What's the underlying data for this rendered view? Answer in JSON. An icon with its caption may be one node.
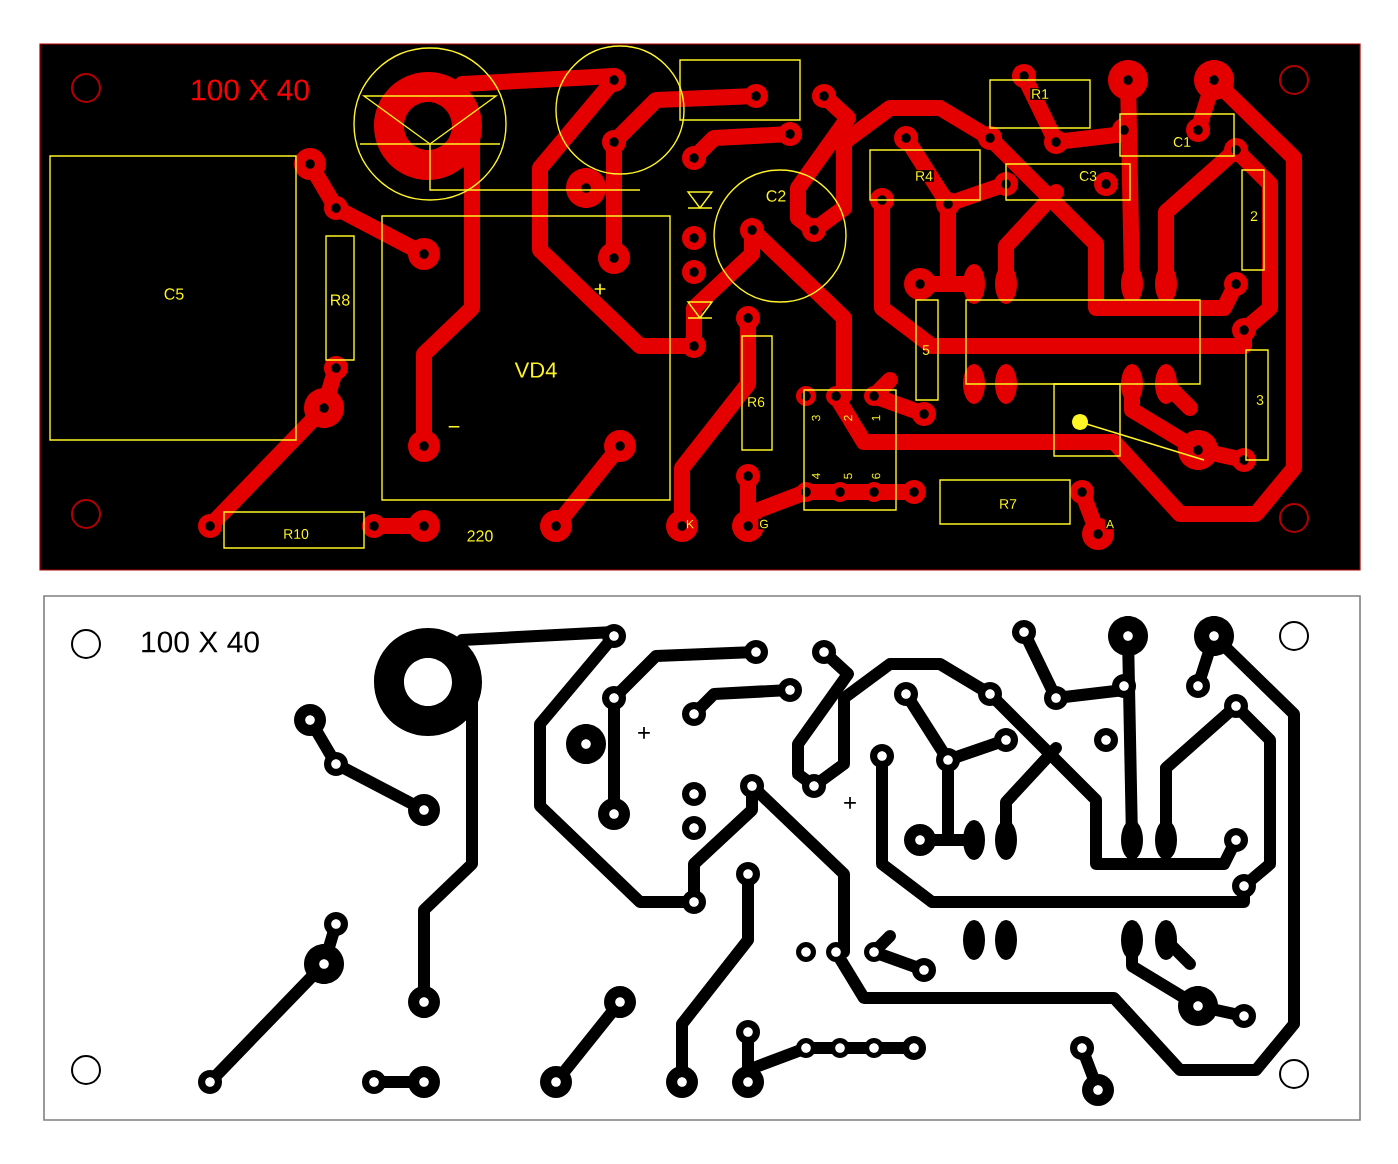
{
  "diagram": {
    "labels": [
      "100 X 40",
      "R1",
      "C1",
      "C2",
      "R4",
      "C3",
      "2",
      "C5",
      "R8",
      "+",
      "VD4",
      "5",
      "−",
      "R6",
      "3",
      "2",
      "1",
      "3",
      "4",
      "5",
      "6",
      "R10",
      "220",
      "K",
      "G",
      "R7",
      "A",
      "100 X 40",
      "+",
      "+"
    ]
  }
}
